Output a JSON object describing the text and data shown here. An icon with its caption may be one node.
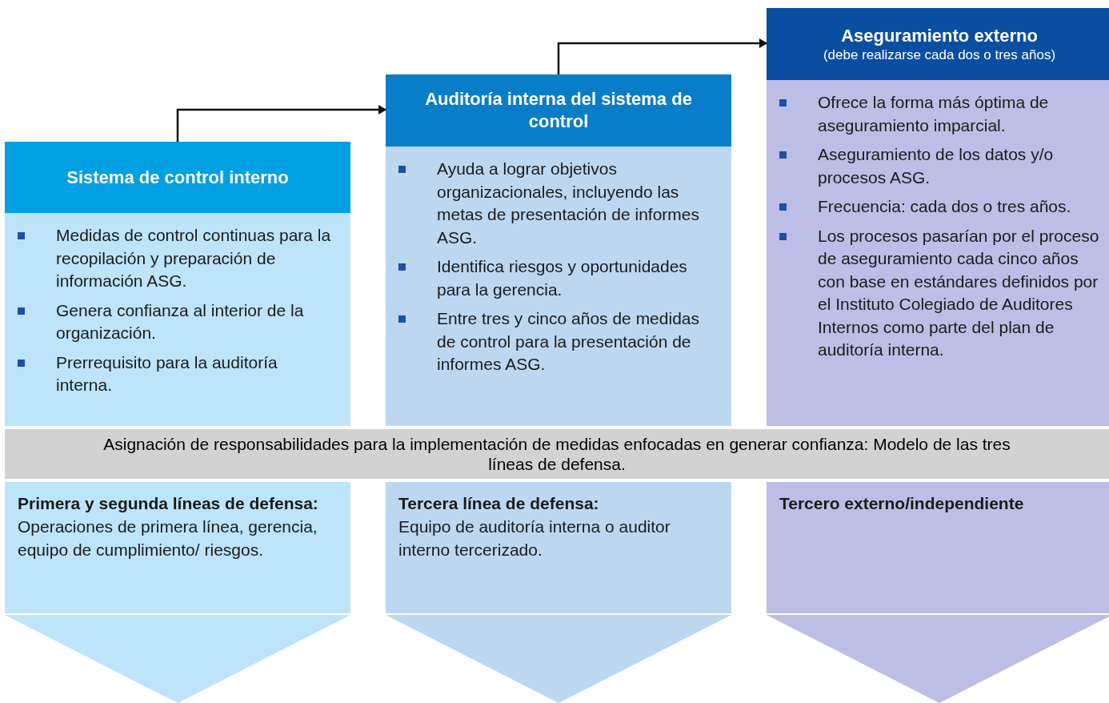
{
  "diagram": {
    "nodes": [
      {
        "text": [
          "Sistema de control interno",
          "Medidas de control continuas para la recopilación y preparación de información ASG.",
          "Genera confianza al interior de la organización.",
          "Prerrequisito para la auditoría interna."
        ]
      },
      {
        "text": [
          "Auditoría interna del sistema de control",
          "Ayuda a lograr objetivos organizacionales, incluyendo las metas de presentación de informes ASG.",
          "Identifica riesgos y oportunidades para la gerencia.",
          "Entre tres y cinco años de medidas de control para la presentación de informes ASG."
        ]
      },
      {
        "text": [
          "Aseguramiento externo",
          "(debe realizarse cada dos o tres años)",
          "Ofrece la forma más óptima de aseguramiento imparcial.",
          "Aseguramiento de los datos y/o procesos ASG.",
          "Frecuencia: cada dos o tres años.",
          "Los procesos pasarían por el proceso de aseguramiento cada cinco años con base en estándares definidos por el Instituto Colegiado de Auditores Internos como parte del plan de auditoría interna."
        ]
      },
      {
        "text": [
          "Asignación de responsabilidades para la implementación de medidas enfocadas en generar confianza: Modelo de las tres líneas de defensa."
        ]
      },
      {
        "text": [
          "Primera y segunda líneas de defensa:",
          "Operaciones de primera línea, gerencia, equipo de cumplimiento/ riesgos."
        ]
      },
      {
        "text": [
          "Tercera línea de defensa:",
          "Equipo de auditoría interna o auditor interno tercerizado."
        ]
      },
      {
        "text": [
          "Tercero externo/independiente"
        ]
      },
      {
        "text": [],
        "shape": "chevron"
      },
      {
        "text": [],
        "shape": "chevron"
      },
      {
        "text": [],
        "shape": "chevron"
      }
    ],
    "edges": [
      {
        "from": 0,
        "to": 1,
        "arrow": "to"
      },
      {
        "from": 1,
        "to": 2,
        "arrow": "to"
      }
    ]
  }
}
